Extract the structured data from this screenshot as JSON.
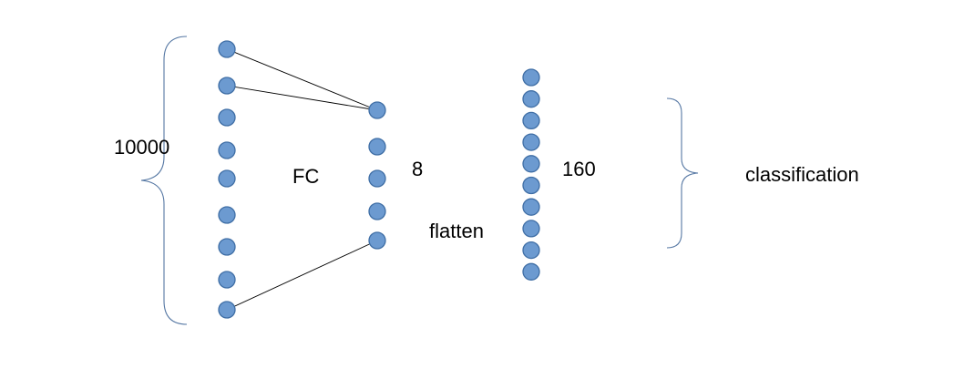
{
  "colors": {
    "node_fill": "#6c9ad0",
    "node_stroke": "#3f6ea5",
    "brace": "#5577a3",
    "line": "#000000"
  },
  "labels": {
    "input_size": "10000",
    "fc": "FC",
    "hidden_size": "8",
    "flatten": "flatten",
    "flat_size": "160",
    "classification": "classification"
  },
  "layers": {
    "input_node_count": 9,
    "hidden_node_count": 5,
    "flat_node_count": 10
  }
}
